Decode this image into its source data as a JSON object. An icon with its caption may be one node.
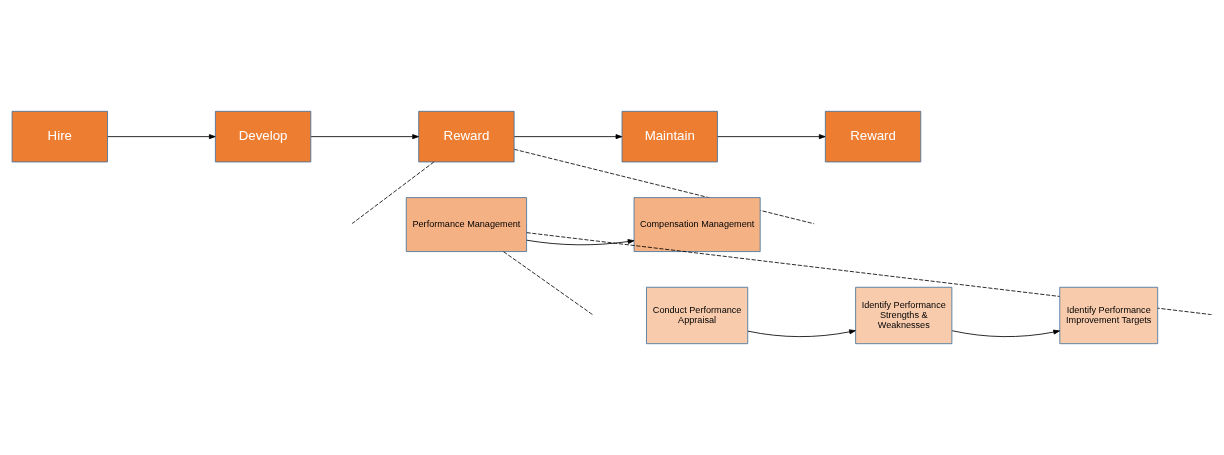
{
  "diagram": {
    "nodes": [
      {
        "text": [
          "Hire"
        ]
      },
      {
        "text": [
          "Develop"
        ]
      },
      {
        "text": [
          "Reward"
        ]
      },
      {
        "text": [
          "Maintain"
        ]
      },
      {
        "text": [
          "Reward"
        ]
      },
      {
        "text": [
          "Performance Management"
        ]
      },
      {
        "text": [
          "Compensation Management"
        ]
      },
      {
        "text": [
          "Conduct Performance Appraisal"
        ]
      },
      {
        "text": [
          "Identify Performance Strengths & Weaknesses"
        ]
      },
      {
        "text": [
          "Identify Performance Improvement Targets"
        ]
      }
    ],
    "edges": [
      {
        "from": 0,
        "to": 1,
        "arrow": "to"
      },
      {
        "from": 1,
        "to": 2,
        "arrow": "to"
      },
      {
        "from": 2,
        "to": 3,
        "arrow": "to"
      },
      {
        "from": 3,
        "to": 4,
        "arrow": "to"
      },
      {
        "from": 2,
        "to": null,
        "arrow": "none",
        "style": "dashed"
      },
      {
        "from": 2,
        "to": null,
        "arrow": "none",
        "style": "dashed"
      },
      {
        "from": 5,
        "to": 6,
        "arrow": "to"
      },
      {
        "from": 5,
        "to": null,
        "arrow": "none",
        "style": "dashed"
      },
      {
        "from": 5,
        "to": null,
        "arrow": "none",
        "style": "dashed"
      },
      {
        "from": 7,
        "to": 8,
        "arrow": "to"
      },
      {
        "from": 8,
        "to": 9,
        "arrow": "to"
      }
    ]
  }
}
